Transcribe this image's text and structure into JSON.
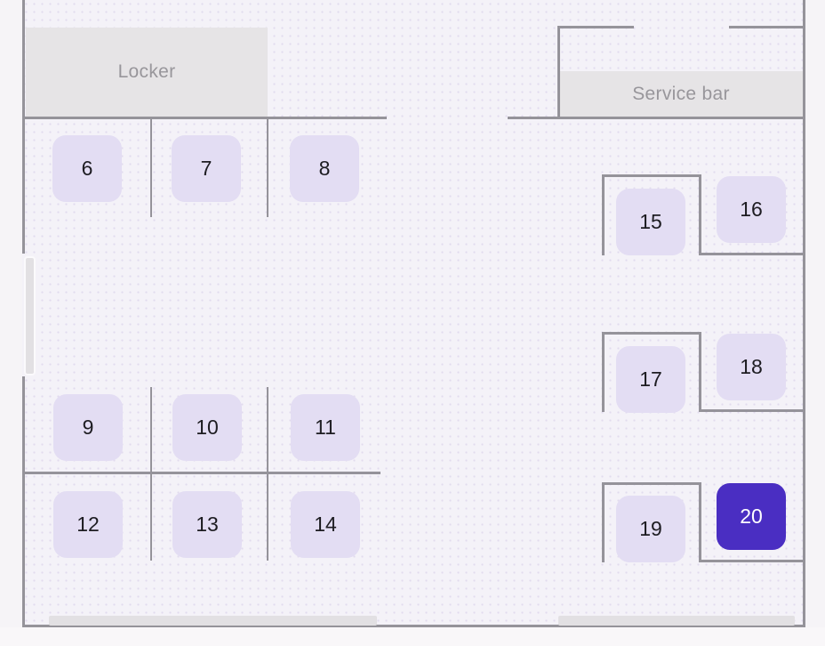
{
  "floor_plan": {
    "areas": {
      "locker": {
        "label": "Locker"
      },
      "service_bar": {
        "label": "Service bar"
      }
    },
    "tables": [
      {
        "id": "6",
        "label": "6",
        "selected": false
      },
      {
        "id": "7",
        "label": "7",
        "selected": false
      },
      {
        "id": "8",
        "label": "8",
        "selected": false
      },
      {
        "id": "9",
        "label": "9",
        "selected": false
      },
      {
        "id": "10",
        "label": "10",
        "selected": false
      },
      {
        "id": "11",
        "label": "11",
        "selected": false
      },
      {
        "id": "12",
        "label": "12",
        "selected": false
      },
      {
        "id": "13",
        "label": "13",
        "selected": false
      },
      {
        "id": "14",
        "label": "14",
        "selected": false
      },
      {
        "id": "15",
        "label": "15",
        "selected": false
      },
      {
        "id": "16",
        "label": "16",
        "selected": false
      },
      {
        "id": "17",
        "label": "17",
        "selected": false
      },
      {
        "id": "18",
        "label": "18",
        "selected": false
      },
      {
        "id": "19",
        "label": "19",
        "selected": false
      },
      {
        "id": "20",
        "label": "20",
        "selected": true
      }
    ],
    "selected_table": "20",
    "colors": {
      "floor_bg": "#f4f2f8",
      "outside_bg": "#f6f4f7",
      "bottom_bg": "#f9f7f9",
      "wall": "#95939a",
      "area_fill": "#e6e4e6",
      "area_text": "#98969b",
      "table_fill": "#e3ddf3",
      "table_text": "#1d1c21",
      "selected_fill": "#4a2ec2",
      "selected_text": "#ffffff",
      "door_fill": "#e2e0e3"
    }
  }
}
